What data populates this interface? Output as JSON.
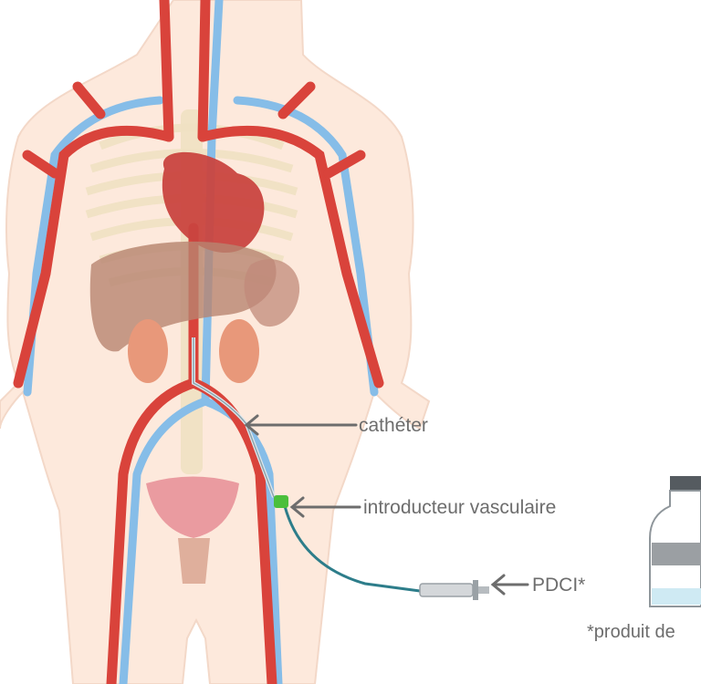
{
  "labels": {
    "catheter": "cathéter",
    "introducer": "introducteur vasculaire",
    "pdci": "PDCI*",
    "footnote": "*produit de"
  },
  "icons": {
    "body": "human-body-figure",
    "vessels": "blood-vessels",
    "heart": "heart",
    "liver": "liver",
    "kidneys": "kidneys",
    "bladder": "bladder",
    "syringe": "syringe",
    "bottle": "contrast-bottle"
  },
  "colors": {
    "skin": "#fde9dc",
    "artery": "#d9433b",
    "vein": "#86bde8",
    "bone": "#f4ead2",
    "heart": "#c9453f",
    "liver": "#b88570",
    "kidney": "#e8987a",
    "label": "#6d6d6d",
    "catheter_line": "#2d7d8a",
    "introducer": "#4bbf3c"
  }
}
